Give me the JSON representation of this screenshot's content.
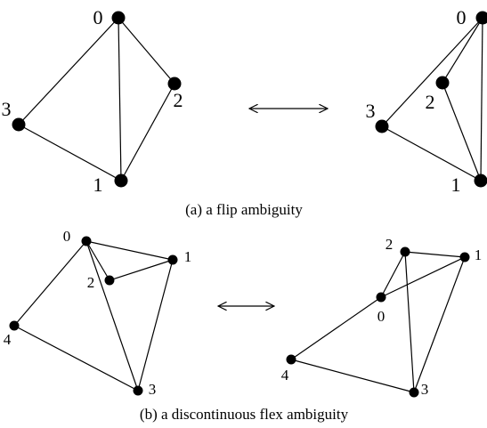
{
  "panels": {
    "a": {
      "caption": "(a) a flip ambiguity",
      "left": {
        "vertices": [
          {
            "id": "0",
            "label": "0"
          },
          {
            "id": "1",
            "label": "1"
          },
          {
            "id": "2",
            "label": "2"
          },
          {
            "id": "3",
            "label": "3"
          }
        ],
        "edges": [
          [
            "0",
            "1"
          ],
          [
            "0",
            "2"
          ],
          [
            "0",
            "3"
          ],
          [
            "1",
            "2"
          ],
          [
            "1",
            "3"
          ]
        ]
      },
      "right": {
        "vertices": [
          {
            "id": "0",
            "label": "0"
          },
          {
            "id": "1",
            "label": "1"
          },
          {
            "id": "2",
            "label": "2"
          },
          {
            "id": "3",
            "label": "3"
          }
        ],
        "edges": [
          [
            "0",
            "1"
          ],
          [
            "0",
            "2"
          ],
          [
            "0",
            "3"
          ],
          [
            "1",
            "2"
          ],
          [
            "1",
            "3"
          ]
        ]
      }
    },
    "b": {
      "caption": "(b) a discontinuous flex ambiguity",
      "left": {
        "vertices": [
          {
            "id": "0",
            "label": "0"
          },
          {
            "id": "1",
            "label": "1"
          },
          {
            "id": "2",
            "label": "2"
          },
          {
            "id": "3",
            "label": "3"
          },
          {
            "id": "4",
            "label": "4"
          }
        ],
        "edges": [
          [
            "0",
            "1"
          ],
          [
            "0",
            "2"
          ],
          [
            "0",
            "3"
          ],
          [
            "0",
            "4"
          ],
          [
            "1",
            "2"
          ],
          [
            "1",
            "3"
          ],
          [
            "3",
            "4"
          ]
        ]
      },
      "right": {
        "vertices": [
          {
            "id": "0",
            "label": "0"
          },
          {
            "id": "1",
            "label": "1"
          },
          {
            "id": "2",
            "label": "2"
          },
          {
            "id": "3",
            "label": "3"
          },
          {
            "id": "4",
            "label": "4"
          }
        ],
        "edges": [
          [
            "0",
            "1"
          ],
          [
            "0",
            "2"
          ],
          [
            "0",
            "4"
          ],
          [
            "1",
            "2"
          ],
          [
            "1",
            "3"
          ],
          [
            "2",
            "3"
          ],
          [
            "3",
            "4"
          ]
        ]
      }
    }
  }
}
